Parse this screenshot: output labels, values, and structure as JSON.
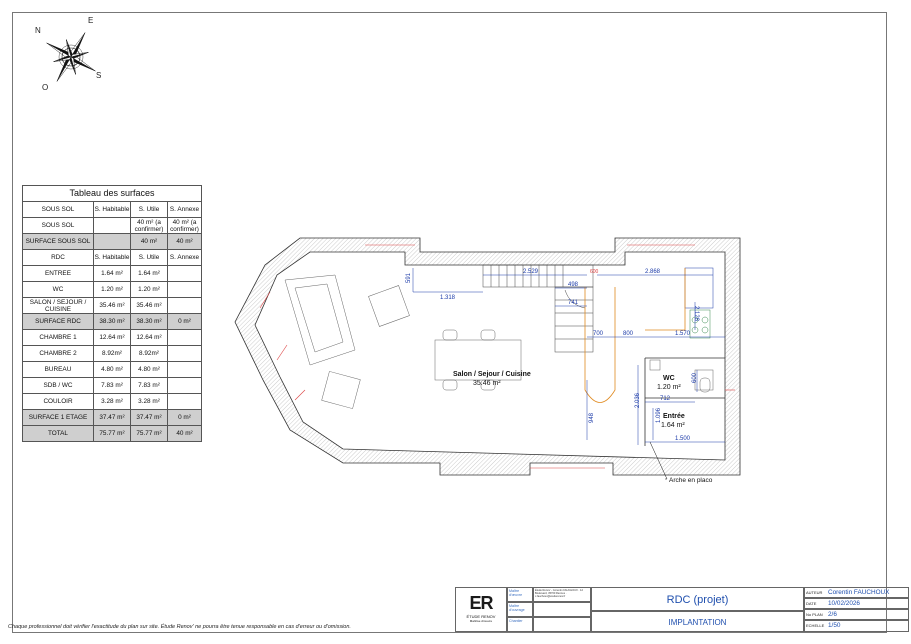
{
  "compass": {
    "n": "N",
    "e": "E",
    "s": "S",
    "o": "O"
  },
  "table": {
    "title": "Tableau des surfaces",
    "rows": [
      {
        "c": [
          "SOUS SOL",
          "S. Habitable",
          "S. Utile",
          "S. Annexe"
        ],
        "g": false
      },
      {
        "c": [
          "SOUS SOL",
          "",
          "40 m² (a confirmer)",
          "40 m² (a confirmer)"
        ],
        "g": false
      },
      {
        "c": [
          "SURFACE SOUS SOL",
          "",
          "40 m²",
          "40 m²"
        ],
        "g": true
      },
      {
        "c": [
          "RDC",
          "S. Habitable",
          "S. Utile",
          "S. Annexe"
        ],
        "g": false
      },
      {
        "c": [
          "ENTREE",
          "1.64 m²",
          "1.64 m²",
          ""
        ],
        "g": false
      },
      {
        "c": [
          "WC",
          "1.20 m²",
          "1.20 m²",
          ""
        ],
        "g": false
      },
      {
        "c": [
          "SALON / SEJOUR / CUISINE",
          "35.46 m²",
          "35.46 m²",
          ""
        ],
        "g": false
      },
      {
        "c": [
          "SURFACE RDC",
          "38.30 m²",
          "38.30 m²",
          "0 m²"
        ],
        "g": true
      },
      {
        "c": [
          "CHAMBRE 1",
          "12.64 m²",
          "12.64 m²",
          ""
        ],
        "g": false
      },
      {
        "c": [
          "CHAMBRE 2",
          "8.92m²",
          "8.92m²",
          ""
        ],
        "g": false
      },
      {
        "c": [
          "BUREAU",
          "4.80 m²",
          "4.80 m²",
          ""
        ],
        "g": false
      },
      {
        "c": [
          "SDB / WC",
          "7.83 m²",
          "7.83 m²",
          ""
        ],
        "g": false
      },
      {
        "c": [
          "COULOIR",
          "3.28 m²",
          "3.28 m²",
          ""
        ],
        "g": false
      },
      {
        "c": [
          "SURFACE 1 ETAGE",
          "37.47 m²",
          "37.47 m²",
          "0 m²"
        ],
        "g": true
      },
      {
        "c": [
          "TOTAL",
          "75.77 m²",
          "75.77 m²",
          "40 m²"
        ],
        "g": true
      }
    ]
  },
  "plan": {
    "room_salon": "Salon / Sejour / Cuisine",
    "area_salon": "35.46 m²",
    "room_wc": "WC",
    "area_wc": "1.20 m²",
    "room_entree": "Entrée",
    "area_entree": "1.64 m²",
    "arch_note": "Arche en placo",
    "dims": {
      "d591": "591",
      "d2529": "2.529",
      "d2868": "2.868",
      "d1318": "1.318",
      "d498": "498",
      "d741": "741",
      "d700": "700",
      "d800": "800",
      "d1570": "1.570",
      "d2128": "2.128",
      "d600": "600",
      "d712": "712",
      "d2036": "2.036",
      "d1096": "1.096",
      "d948": "948",
      "d1500": "1.500",
      "d600b": "600"
    }
  },
  "disclaimer": "Chaque professionnel doit vérifier l'exactitude du plan sur site. Étude Renov' ne pourra être tenue responsable en cas d'erreur ou d'omission.",
  "titleblock": {
    "logo": "ER",
    "logo_caption": "ÉTUDE RENOV",
    "logo_sub": "Maîtrise d'œuvre",
    "lbl_moe": "Maître d'œuvre",
    "lbl_mouv": "Maître d'ouvrage",
    "lbl_chantier": "Chantier",
    "moe_info": "Étude Renov' - Corentin FAUCHOUX · 12 Boulevard, 35700 Rennes · c.fauchoux@etuderenov.fr",
    "title": "RDC (projet)",
    "subtitle": "IMPLANTATION",
    "lbl_auteur": "AUTEUR",
    "auteur": "Corentin FAUCHOUX",
    "lbl_date": "DATE",
    "date": "10/02/2026",
    "lbl_plan": "No PLAN",
    "plan": "2/6",
    "lbl_echelle": "ECHELLE",
    "echelle": "1/50"
  }
}
